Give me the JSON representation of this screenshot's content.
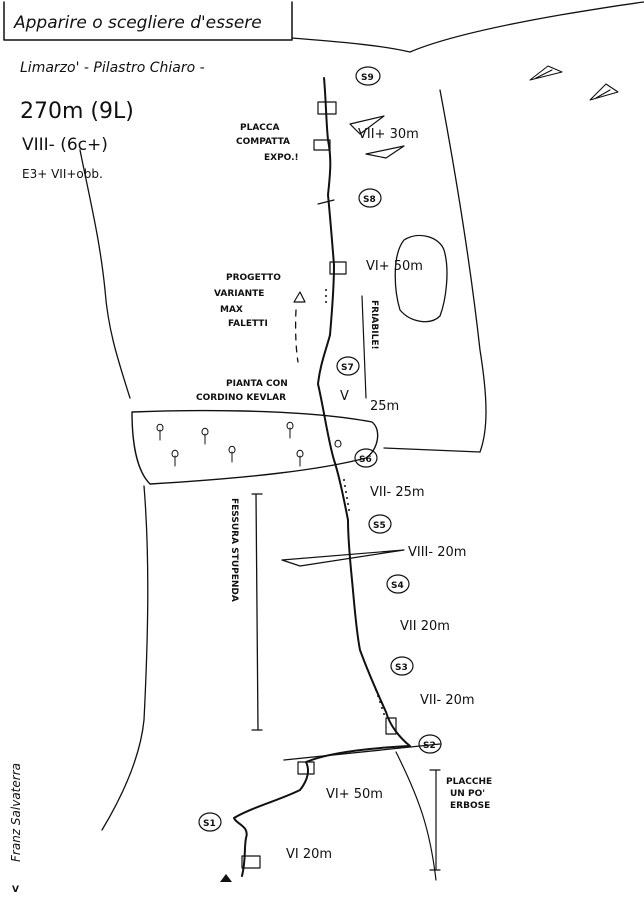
{
  "header": {
    "title": "Apparire o scegliere d'essere",
    "subtitle": "Limarzo' - Pilastro Chiaro -"
  },
  "stats": {
    "length": "270m (9L)",
    "grade": "VIII- (6c+)",
    "protection": "E3+ VII+obb."
  },
  "notes": {
    "placca_1": "PLACCA",
    "placca_2": "COMPATTA",
    "expo": "EXPO.!",
    "progetto_1": "PROGETTO",
    "progetto_2": "VARIANTE",
    "progetto_3": "MAX",
    "progetto_4": "FALETTI",
    "friabile": "FRIABILE!",
    "pianta_1": "PIANTA CON",
    "pianta_2": "CORDINO KEVLAR",
    "fessura": "FESSURA STUPENDA",
    "placche_1": "PLACCHE",
    "placche_2": "UN PO'",
    "placche_3": "ERBOSE",
    "author": "Franz Salvaterra",
    "author_initial": "V"
  },
  "stations": {
    "s9": "S9",
    "s8": "S8",
    "s7": "S7",
    "s6": "S6",
    "s5": "S5",
    "s4": "S4",
    "s3": "S3",
    "s2": "S2",
    "s1": "S1"
  },
  "pitches": {
    "l9": "VII+ 30m",
    "l8": "VI+ 50m",
    "l7": "V",
    "l7_len": "25m",
    "l6": "VII- 25m",
    "l5": "VIII- 20m",
    "l4": "VII 20m",
    "l3": "VII- 20m",
    "l2": "VI+ 50m",
    "l1": "VI 20m"
  }
}
